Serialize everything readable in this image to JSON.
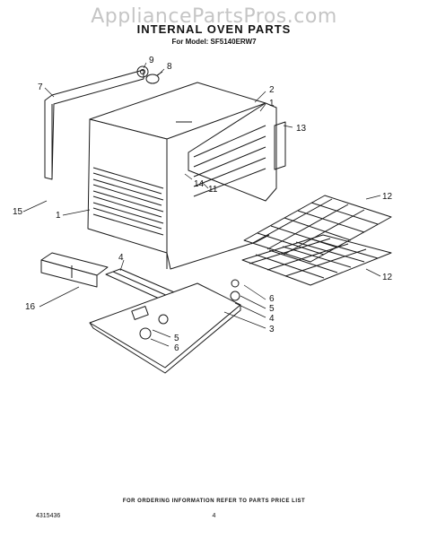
{
  "watermark": "AppliancePartsPros.com",
  "title": "INTERNAL OVEN PARTS",
  "model_line": "For Model: SF5140ERW7",
  "callouts": [
    "9",
    "8",
    "7",
    "2",
    "1",
    "13",
    "14",
    "11",
    "15",
    "1",
    "12",
    "4",
    "6",
    "5",
    "4",
    "3",
    "16",
    "12",
    "5",
    "6"
  ],
  "footer": {
    "note": "FOR ORDERING INFORMATION REFER TO PARTS PRICE LIST",
    "doc_code": "4315436",
    "page": "4"
  },
  "colors": {
    "line": "#1a1a1a",
    "watermark": "#969696"
  }
}
